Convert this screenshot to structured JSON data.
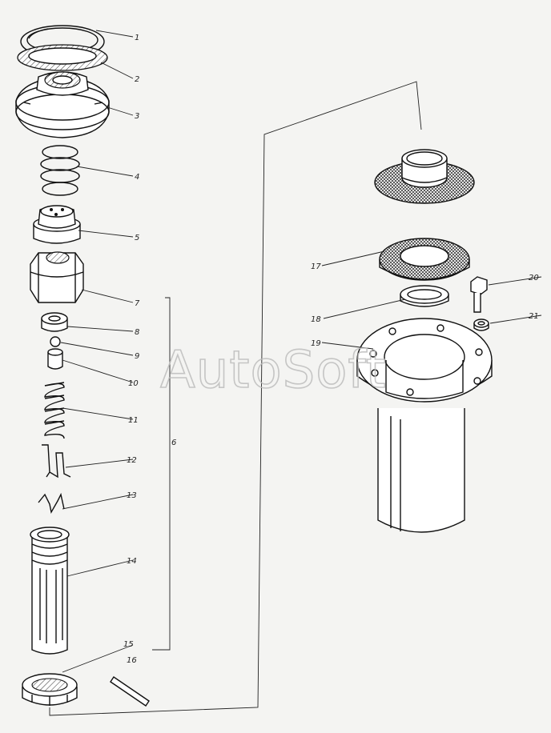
{
  "watermark": "AutoSoft",
  "group_label": "6",
  "callouts": [
    "1",
    "2",
    "3",
    "4",
    "5",
    "7",
    "8",
    "9",
    "10",
    "11",
    "12",
    "13",
    "14",
    "15",
    "16",
    "17",
    "18",
    "19",
    "20",
    "21"
  ]
}
